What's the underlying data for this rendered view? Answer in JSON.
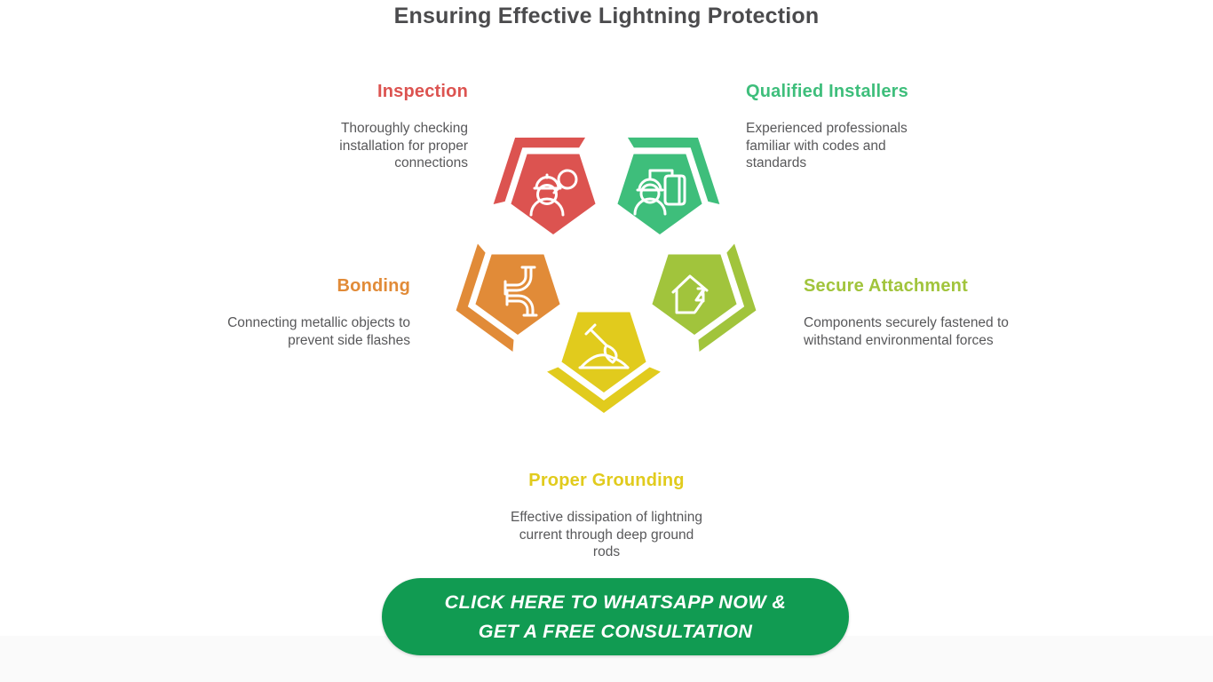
{
  "page": {
    "title": "Ensuring Effective Lightning Protection",
    "background_color": "#ffffff",
    "footer_band_color": "#fafafa",
    "heading_text_color": "#4b4b4d",
    "body_text_color": "#58585a"
  },
  "sections": [
    {
      "title": "Inspection",
      "description": "Thoroughly checking installation for proper connections",
      "color": "#dc5350",
      "icon": "engineer-magnifier-icon"
    },
    {
      "title": "Qualified Installers",
      "description": "Experienced professionals familiar with codes and standards",
      "color": "#3ebe7b",
      "icon": "engineer-blueprint-icon"
    },
    {
      "title": "Bonding",
      "description": "Connecting metallic objects to prevent side flashes",
      "color": "#e18b38",
      "icon": "pipes-icon"
    },
    {
      "title": "Secure Attachment",
      "description": "Components securely fastened to withstand environmental forces",
      "color": "#a1c43c",
      "icon": "house-lightning-icon"
    },
    {
      "title": "Proper Grounding",
      "description": "Effective dissipation of lightning current through deep ground rods",
      "color": "#e1cb1d",
      "icon": "shovel-ground-icon"
    }
  ],
  "cta": {
    "lines": [
      "CLICK HERE TO WHATSAPP NOW &",
      "GET A FREE CONSULTATION"
    ],
    "background": "#119b52",
    "text_color": "#ffffff"
  }
}
